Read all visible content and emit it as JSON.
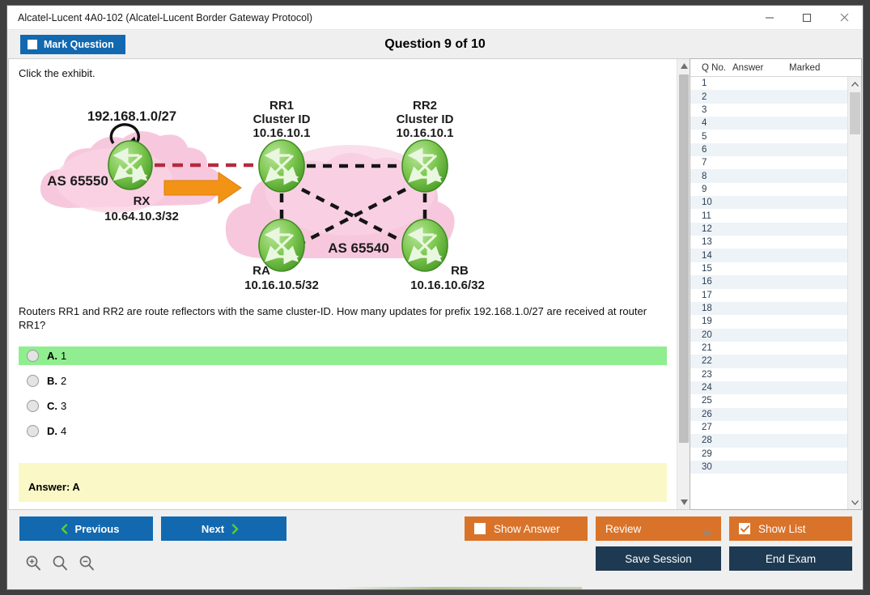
{
  "window": {
    "title": "Alcatel-Lucent 4A0-102 (Alcatel-Lucent Border Gateway Protocol)",
    "minimize_label": "—",
    "maximize_label": "□",
    "close_label": "✕"
  },
  "header": {
    "mark_question_label": "Mark Question",
    "question_counter": "Question 9 of 10"
  },
  "main": {
    "click_exhibit": "Click the exhibit.",
    "question_text": "Routers RR1 and RR2 are route reflectors with the same cluster-ID. How many updates for prefix 192.168.1.0/27 are received at router RR1?",
    "options": [
      {
        "letter": "A.",
        "text": "1",
        "correct": true
      },
      {
        "letter": "B.",
        "text": "2",
        "correct": false
      },
      {
        "letter": "C.",
        "text": "3",
        "correct": false
      },
      {
        "letter": "D.",
        "text": "4",
        "correct": false
      }
    ],
    "answer_label": "Answer: A"
  },
  "exhibit": {
    "prefix_label": "192.168.1.0/27",
    "left_as": "AS 65550",
    "right_as": "AS 65540",
    "routers": [
      {
        "name": "RX",
        "id": "10.64.10.3/32",
        "cluster_id": ""
      },
      {
        "name": "RR1",
        "id": "",
        "cluster_id": "10.16.10.1",
        "cluster_label": "Cluster ID"
      },
      {
        "name": "RR2",
        "id": "",
        "cluster_id": "10.16.10.1",
        "cluster_label": "Cluster ID"
      },
      {
        "name": "RA",
        "id": "10.16.10.5/32",
        "cluster_id": ""
      },
      {
        "name": "RB",
        "id": "10.16.10.6/32",
        "cluster_id": ""
      }
    ],
    "cloud_color": "#f4b9d4",
    "router_color": "#6cbf47"
  },
  "list_panel": {
    "columns": [
      "Q No.",
      "Answer",
      "Marked"
    ],
    "rows": [
      {
        "qno": "1",
        "answer": "",
        "marked": ""
      },
      {
        "qno": "2",
        "answer": "",
        "marked": ""
      },
      {
        "qno": "3",
        "answer": "",
        "marked": ""
      },
      {
        "qno": "4",
        "answer": "",
        "marked": ""
      },
      {
        "qno": "5",
        "answer": "",
        "marked": ""
      },
      {
        "qno": "6",
        "answer": "",
        "marked": ""
      },
      {
        "qno": "7",
        "answer": "",
        "marked": ""
      },
      {
        "qno": "8",
        "answer": "",
        "marked": ""
      },
      {
        "qno": "9",
        "answer": "",
        "marked": ""
      },
      {
        "qno": "10",
        "answer": "",
        "marked": ""
      },
      {
        "qno": "11",
        "answer": "",
        "marked": ""
      },
      {
        "qno": "12",
        "answer": "",
        "marked": ""
      },
      {
        "qno": "13",
        "answer": "",
        "marked": ""
      },
      {
        "qno": "14",
        "answer": "",
        "marked": ""
      },
      {
        "qno": "15",
        "answer": "",
        "marked": ""
      },
      {
        "qno": "16",
        "answer": "",
        "marked": ""
      },
      {
        "qno": "17",
        "answer": "",
        "marked": ""
      },
      {
        "qno": "18",
        "answer": "",
        "marked": ""
      },
      {
        "qno": "19",
        "answer": "",
        "marked": ""
      },
      {
        "qno": "20",
        "answer": "",
        "marked": ""
      },
      {
        "qno": "21",
        "answer": "",
        "marked": ""
      },
      {
        "qno": "22",
        "answer": "",
        "marked": ""
      },
      {
        "qno": "23",
        "answer": "",
        "marked": ""
      },
      {
        "qno": "24",
        "answer": "",
        "marked": ""
      },
      {
        "qno": "25",
        "answer": "",
        "marked": ""
      },
      {
        "qno": "26",
        "answer": "",
        "marked": ""
      },
      {
        "qno": "27",
        "answer": "",
        "marked": ""
      },
      {
        "qno": "28",
        "answer": "",
        "marked": ""
      },
      {
        "qno": "29",
        "answer": "",
        "marked": ""
      },
      {
        "qno": "30",
        "answer": "",
        "marked": ""
      }
    ]
  },
  "footer": {
    "previous_label": "Previous",
    "next_label": "Next",
    "show_answer_label": "Show Answer",
    "review_label": "Review",
    "show_list_label": "Show List",
    "save_session_label": "Save Session",
    "end_exam_label": "End Exam",
    "zoom_in_icon": "zoom-in-icon",
    "zoom_reset_icon": "zoom-reset-icon",
    "zoom_out_icon": "zoom-out-icon"
  },
  "colors": {
    "primary_blue": "#1269b0",
    "orange": "#d9732a",
    "navy": "#1e3a52",
    "correct_green": "#90ee90",
    "answer_yellow": "#fbf8c8"
  }
}
